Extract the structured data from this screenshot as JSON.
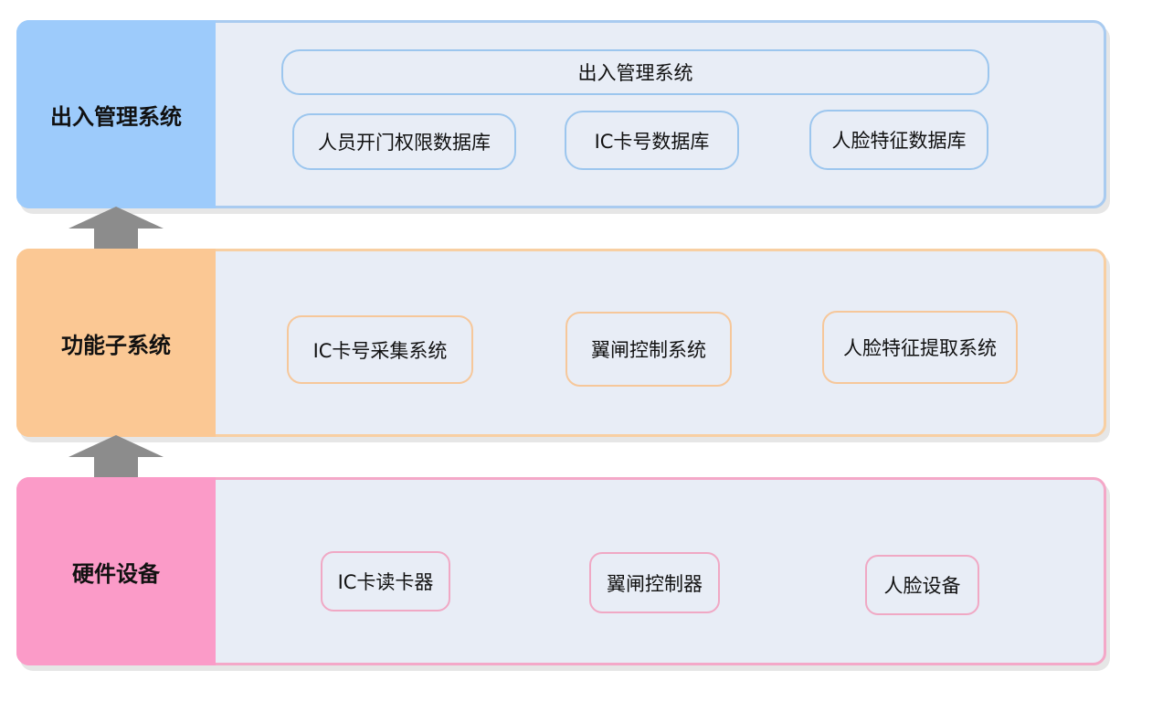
{
  "layers": [
    {
      "label": "出入管理系统",
      "top_item": "出入管理系统",
      "items": [
        "人员开门权限数据库",
        "IC卡号数据库",
        "人脸特征数据库"
      ]
    },
    {
      "label": "功能子系统",
      "items": [
        "IC卡号采集系统",
        "翼闸控制系统",
        "人脸特征提取系统"
      ]
    },
    {
      "label": "硬件设备",
      "items": [
        "IC卡读卡器",
        "翼闸控制器",
        "人脸设备"
      ]
    }
  ],
  "colors": {
    "mgmt_accent": "#9dcbfb",
    "func_accent": "#fbc894",
    "hw_accent": "#fb9bc8",
    "layer_fill": "#e8edf6",
    "arrow": "#8c8c8c"
  }
}
